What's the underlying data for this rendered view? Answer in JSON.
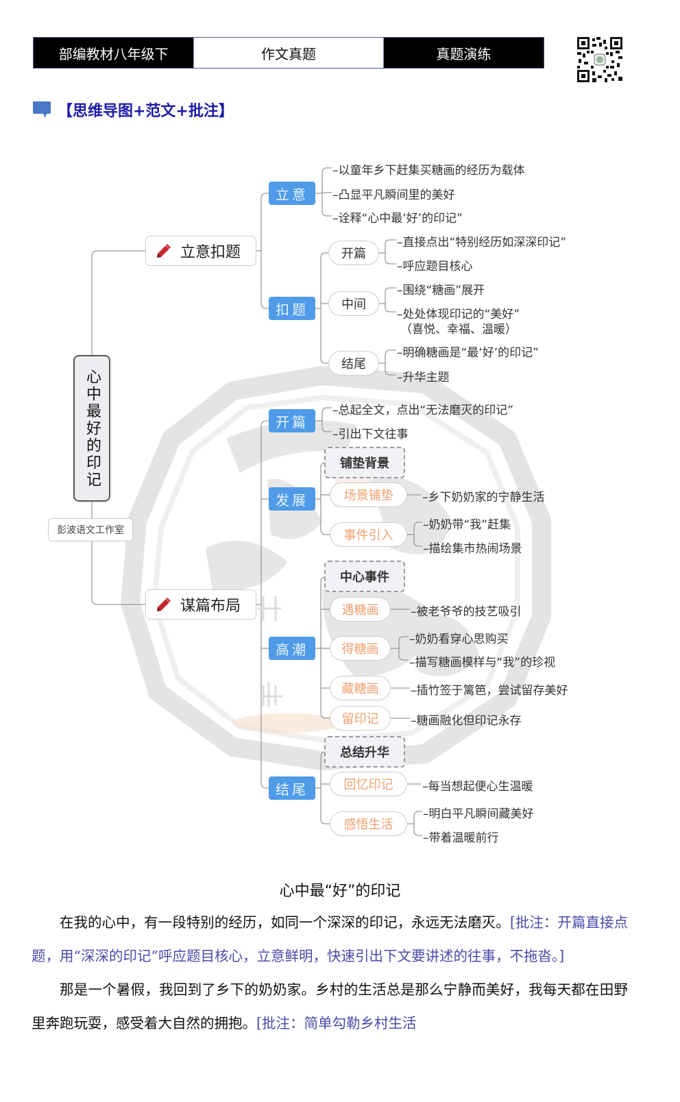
{
  "header": {
    "cells": [
      "部编教材八年级下",
      "作文真题",
      "真题演练"
    ]
  },
  "qr_code": {
    "label": "qr-code"
  },
  "section": {
    "title": "【思维导图+范文+批注】",
    "accent_color": "#1c1ca8",
    "icon_color": "#4a78c8"
  },
  "mindmap": {
    "root": "心中最好的印记",
    "studio": "彭波语文工作室",
    "branches": [
      {
        "label": "立意扣题",
        "icon": "pencil-icon",
        "children": [
          {
            "label": "立意",
            "leaves": [
              "–以童年乡下赶集买糖画的经历为载体",
              "–凸显平凡瞬间里的美好",
              "–诠释“心中最‘好’的印记”"
            ]
          },
          {
            "label": "扣题",
            "groups": [
              {
                "label": "开篇",
                "leaves": [
                  "–直接点出“特别经历如深深印记”",
                  "–呼应题目核心"
                ]
              },
              {
                "label": "中间",
                "leaves": [
                  "–围绕“糖画”展开",
                  "–处处体现印记的“美好”",
                  "（喜悦、幸福、温暖）"
                ]
              },
              {
                "label": "结尾",
                "leaves": [
                  "–明确糖画是“最‘好’的印记”",
                  "–升华主题"
                ]
              }
            ]
          }
        ]
      },
      {
        "label": "谋篇布局",
        "icon": "pencil-icon",
        "children": [
          {
            "label": "开篇",
            "leaves": [
              "–总起全文，点出“无法磨灭的印记”",
              "–引出下文往事"
            ]
          },
          {
            "label": "发展",
            "summary": "铺垫背景",
            "groups": [
              {
                "label": "场景铺垫",
                "leaves": [
                  "–乡下奶奶家的宁静生活"
                ]
              },
              {
                "label": "事件引入",
                "leaves": [
                  "–奶奶带“我”赶集",
                  "–描绘集市热闹场景"
                ]
              }
            ]
          },
          {
            "label": "高潮",
            "summary": "中心事件",
            "groups": [
              {
                "label": "遇糖画",
                "leaves": [
                  "–被老爷爷的技艺吸引"
                ]
              },
              {
                "label": "得糖画",
                "leaves": [
                  "–奶奶看穿心思购买",
                  "–描写糖画模样与“我”的珍视"
                ]
              },
              {
                "label": "藏糖画",
                "leaves": [
                  "–插竹签于篱笆，尝试留存美好"
                ]
              },
              {
                "label": "留印记",
                "leaves": [
                  "–糖画融化但印记永存"
                ]
              }
            ]
          },
          {
            "label": "结尾",
            "summary": "总结升华",
            "groups": [
              {
                "label": "回忆印记",
                "leaves": [
                  "–每当想起便心生温暖"
                ]
              },
              {
                "label": "感悟生活",
                "leaves": [
                  "–明白平凡瞬间藏美好",
                  "–带着温暖前行"
                ]
              }
            ]
          }
        ]
      }
    ],
    "colors": {
      "blue_node": "#4f9be8",
      "orange_text": "#f0a070",
      "pencil": "#c8262c"
    }
  },
  "essay": {
    "title": "心中最“好”的印记",
    "paragraphs": [
      {
        "text": "在我的心中，有一段特别的经历，如同一个深深的印记，永远无法磨灭。",
        "note": "[批注：开篇直接点题，用“深深的印记”呼应题目核心，立意鲜明，快速引出下文要讲述的往事，不拖沓。]"
      },
      {
        "text": "那是一个暑假，我回到了乡下的奶奶家。乡村的生活总是那么宁静而美好，我每天都在田野里奔跑玩耍，感受着大自然的拥抱。",
        "note": "[批注：简单勾勒乡村生活"
      }
    ]
  }
}
